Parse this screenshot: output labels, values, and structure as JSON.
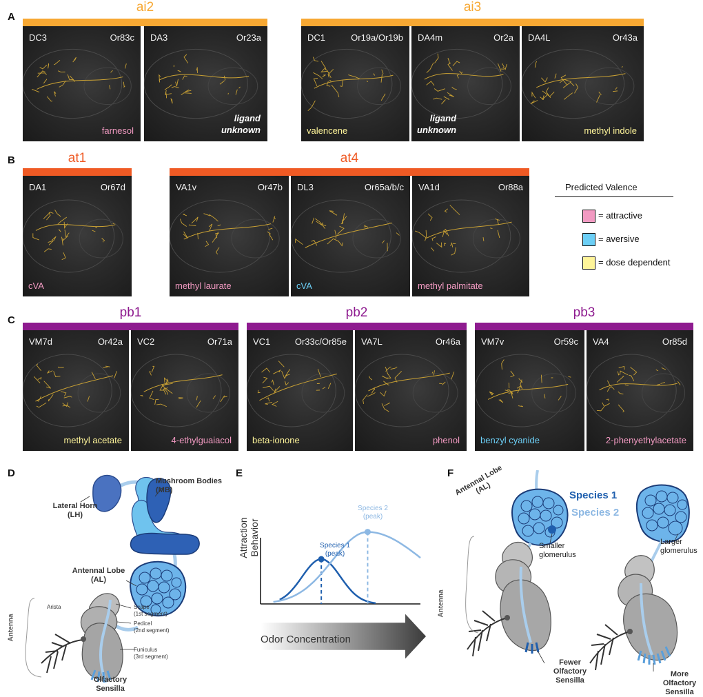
{
  "panels": {
    "A": "A",
    "B": "B",
    "C": "C",
    "D": "D",
    "E": "E",
    "F": "F"
  },
  "colors": {
    "ai": "#f7a833",
    "at": "#ef5a24",
    "pb": "#8e1b8f",
    "attractive": "#f29ac2",
    "aversive": "#6ccff6",
    "dose_dependent": "#fff59a",
    "neuron": "#c9a134"
  },
  "groups": {
    "ai2": "ai2",
    "ai3": "ai3",
    "at1": "at1",
    "at4": "at4",
    "pb1": "pb1",
    "pb2": "pb2",
    "pb3": "pb3"
  },
  "tiles": [
    {
      "glom": "DC3",
      "or": "Or83c",
      "ligand": "farnesol",
      "valence": "attractive"
    },
    {
      "glom": "DA3",
      "or": "Or23a",
      "ligand": "ligand\nunknown",
      "valence": "unknown"
    },
    {
      "glom": "DC1",
      "or": "Or19a/Or19b",
      "ligand": "valencene",
      "valence": "dose_dependent"
    },
    {
      "glom": "DA4m",
      "or": "Or2a",
      "ligand": "ligand\nunknown",
      "valence": "unknown"
    },
    {
      "glom": "DA4L",
      "or": "Or43a",
      "ligand": "methyl indole",
      "valence": "dose_dependent"
    },
    {
      "glom": "DA1",
      "or": "Or67d",
      "ligand": "cVA",
      "valence": "attractive"
    },
    {
      "glom": "VA1v",
      "or": "Or47b",
      "ligand": "methyl laurate",
      "valence": "attractive"
    },
    {
      "glom": "DL3",
      "or": "Or65a/b/c",
      "ligand": "cVA",
      "valence": "aversive"
    },
    {
      "glom": "VA1d",
      "or": "Or88a",
      "ligand": "methyl palmitate",
      "valence": "attractive"
    },
    {
      "glom": "VM7d",
      "or": "Or42a",
      "ligand": "methyl acetate",
      "valence": "dose_dependent"
    },
    {
      "glom": "VC2",
      "or": "Or71a",
      "ligand": "4-ethylguaiacol",
      "valence": "attractive"
    },
    {
      "glom": "VC1",
      "or": "Or33c/Or85e",
      "ligand": "beta-ionone",
      "valence": "dose_dependent"
    },
    {
      "glom": "VA7L",
      "or": "Or46a",
      "ligand": "phenol",
      "valence": "attractive"
    },
    {
      "glom": "VM7v",
      "or": "Or59c",
      "ligand": "benzyl cyanide",
      "valence": "aversive"
    },
    {
      "glom": "VA4",
      "or": "Or85d",
      "ligand": "2-phenyethylacetate",
      "valence": "attractive"
    }
  ],
  "legend": {
    "title": "Predicted Valence",
    "attractive": "= attractive",
    "aversive": "= aversive",
    "dose_dependent": "= dose dependent"
  },
  "panel_d": {
    "lateral_horn": "Lateral Horn\n(LH)",
    "mushroom_bodies": "Mushroom Bodies\n(MB)",
    "antennal_lobe": "Antennal Lobe\n(AL)",
    "antenna": "Antenna",
    "arista": "Arista",
    "scape": "Scape\n(1st segment)",
    "pedicel": "Pedicel\n(2nd segment)",
    "funiculus": "Funiculus\n(3rd segment)",
    "olfactory_sensilla": "Olfactory\nSensilla"
  },
  "chart_data": {
    "type": "line",
    "xlabel": "Odor Concentration",
    "ylabel": "Attraction Behavior",
    "series": [
      {
        "name": "Species 1",
        "peak_label": "Species 1\n(peak)",
        "color": "#1f5fae",
        "shape": "narrow bell",
        "peak_x": 0.38,
        "peak_y": 0.56
      },
      {
        "name": "Species 2",
        "peak_label": "Species 2\n(peak)",
        "color": "#8db8e3",
        "shape": "broad bell",
        "peak_x": 0.67,
        "peak_y": 0.9
      }
    ],
    "grid": false
  },
  "panel_f": {
    "antennal_lobe": "Antennal Lobe\n(AL)",
    "species1": "Species 1",
    "species2": "Species 2",
    "smaller": "Smaller\nglomerulus",
    "larger": "Larger\nglomerulus",
    "antenna": "Antenna",
    "fewer": "Fewer\nOlfactory\nSensilla",
    "more": "More\nOlfactory\nSensilla"
  }
}
